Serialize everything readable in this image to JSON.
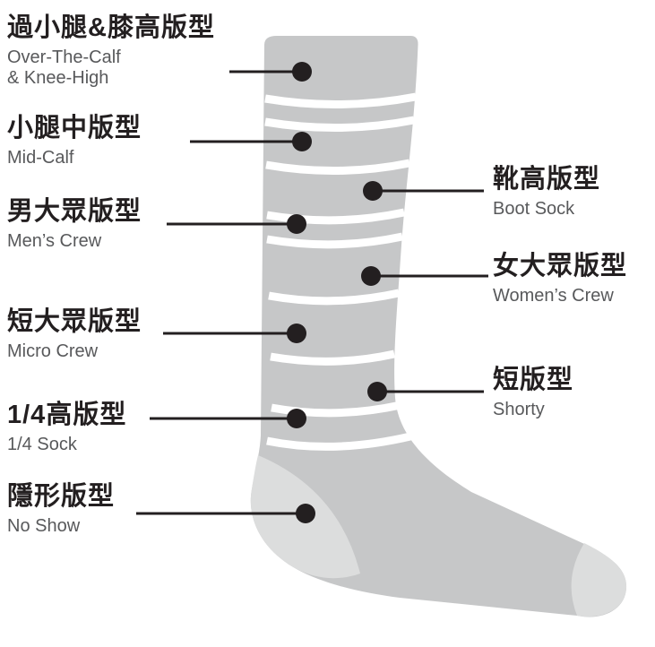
{
  "diagram": {
    "colors": {
      "sock": "#c6c7c8",
      "patch": "#dcdddd",
      "stripe": "#ffffff",
      "marker": "#231f20",
      "zh_text": "#231f20",
      "en_text": "#58595b",
      "background": "#ffffff"
    },
    "labels_left": [
      {
        "zh": "過小腿&膝高版型",
        "en": "Over-The-Calf\n& Knee-High"
      },
      {
        "zh": "小腿中版型",
        "en": "Mid-Calf"
      },
      {
        "zh": "男大眾版型",
        "en": "Men’s Crew"
      },
      {
        "zh": "短大眾版型",
        "en": "Micro Crew"
      },
      {
        "zh": "1/4高版型",
        "en": "1/4 Sock"
      },
      {
        "zh": "隱形版型",
        "en": "No Show"
      }
    ],
    "labels_right": [
      {
        "zh": "靴高版型",
        "en": "Boot Sock"
      },
      {
        "zh": "女大眾版型",
        "en": "Women’s Crew"
      },
      {
        "zh": "短版型",
        "en": "Shorty"
      }
    ]
  }
}
